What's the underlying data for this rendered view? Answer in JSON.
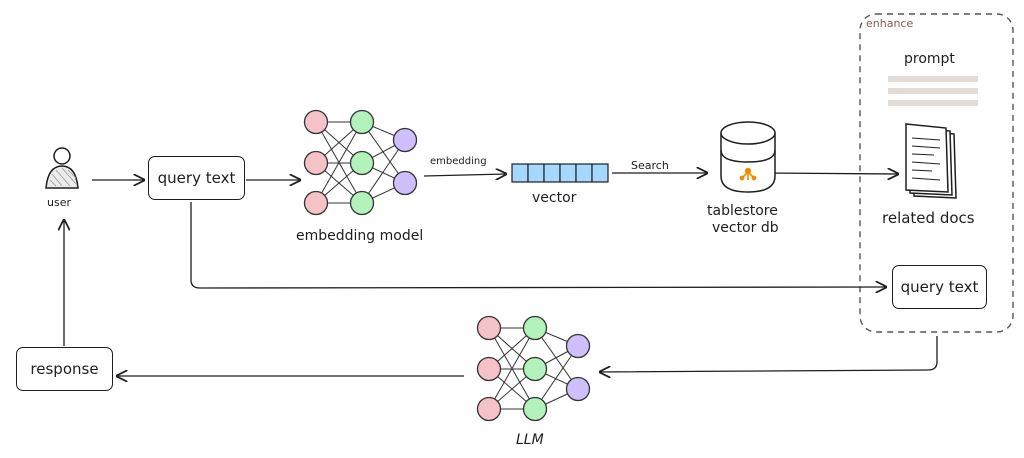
{
  "labels": {
    "user": "user",
    "query_text": "query text",
    "embedding_model": "embedding model",
    "edge_embedding": "embedding",
    "vector": "vector",
    "edge_search": "Search",
    "tablestore_line1": "tablestore",
    "tablestore_line2": "vector db",
    "enhance": "enhance",
    "prompt": "prompt",
    "related_docs": "related docs",
    "query_text_2": "query text",
    "response": "response",
    "llm": "LLM"
  },
  "colors": {
    "input_node": "#f5c2c7",
    "hidden_node": "#b2f2bb",
    "output_node": "#d0bfff",
    "vector_cell": "#a5d8ff",
    "enhance_label": "#8b5a4a",
    "prompt_bars": "#e2dcd8",
    "db_icon": "#f08c00"
  },
  "icons": [
    "user-icon",
    "neural-network-icon",
    "vector-icon",
    "database-icon",
    "documents-icon",
    "prompt-lines-icon"
  ]
}
